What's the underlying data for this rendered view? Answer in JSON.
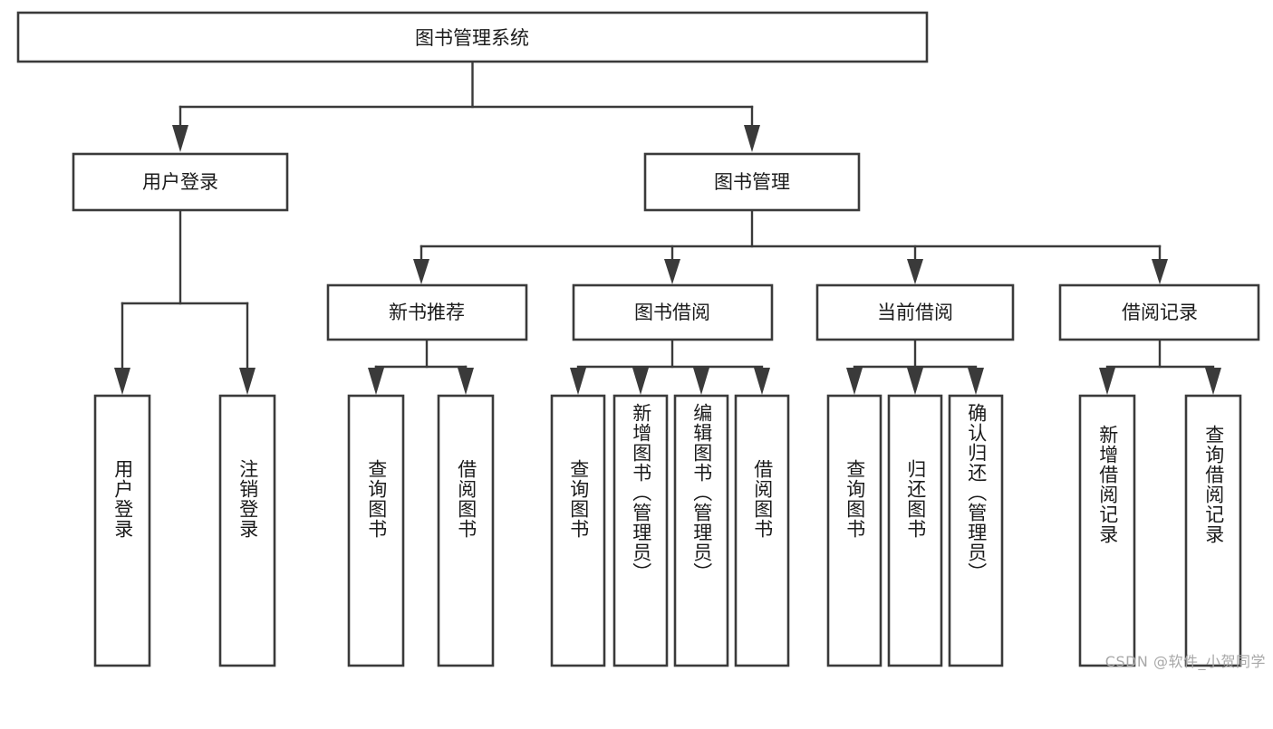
{
  "diagram": {
    "type": "tree-hierarchy",
    "orientation": "top-down",
    "root": {
      "label": "图书管理系统"
    },
    "level2": [
      {
        "label": "用户登录"
      },
      {
        "label": "图书管理"
      }
    ],
    "level3": [
      {
        "label": "新书推荐"
      },
      {
        "label": "图书借阅"
      },
      {
        "label": "当前借阅"
      },
      {
        "label": "借阅记录"
      }
    ],
    "leaves": {
      "user_login": [
        {
          "label": "用户登录"
        },
        {
          "label": "注销登录"
        }
      ],
      "new_book_recommend": [
        {
          "label": "查询图书"
        },
        {
          "label": "借阅图书"
        }
      ],
      "book_borrow": [
        {
          "label": "查询图书"
        },
        {
          "label": "新增图书（管理员）"
        },
        {
          "label": "编辑图书（管理员）"
        },
        {
          "label": "借阅图书"
        }
      ],
      "current_borrow": [
        {
          "label": "查询图书"
        },
        {
          "label": "归还图书"
        },
        {
          "label": "确认归还（管理员）"
        }
      ],
      "borrow_record": [
        {
          "label": "新增借阅记录"
        },
        {
          "label": "查询借阅记录"
        }
      ]
    }
  },
  "watermark": {
    "text": "CSDN @软件_小贺同学"
  },
  "colors": {
    "stroke": "#3a3a3a",
    "fill": "#ffffff",
    "text": "#1b1b1b",
    "watermark": "#a8a8a8"
  }
}
